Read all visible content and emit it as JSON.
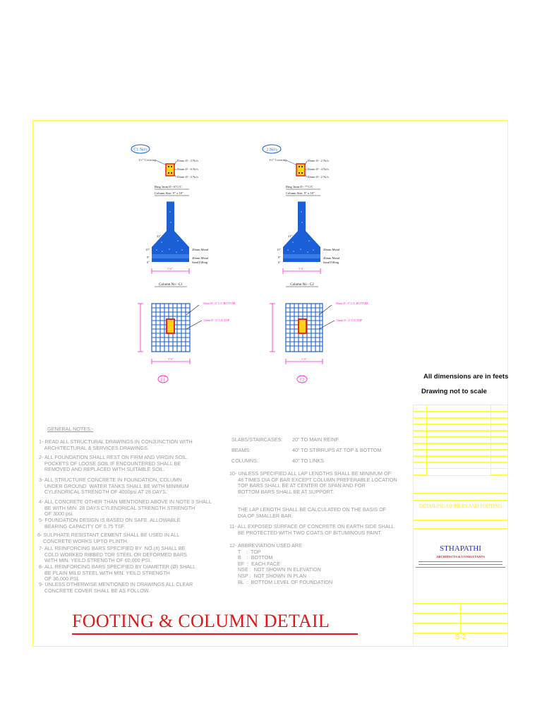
{
  "drawing": {
    "title": "FOOTING & COLUMN DETAIL",
    "dims_note": "All dimensions are in feets",
    "scale_note": "Drawing not to scale"
  },
  "columns": [
    {
      "count_tag": "C1 No's",
      "covering": "1½\" Covering",
      "bars": [
        "10mm Ø - 2 No's",
        "16mm Ø - 6 No's",
        "10mm Ø - 2 No's"
      ],
      "ring": "Ring 3mm Ø - 6\"C/C",
      "size": "Column Size: 9\" x 18\"",
      "footing_labels": [
        "20mm Metal",
        "40mm Metal",
        "Sand Filling"
      ],
      "label": "Column No - C1",
      "plan_labels": [
        "10mm Ø - 6\" C/C BOTTOM",
        "12mm Ø - 6\" C/C TOP"
      ],
      "plan_tag": "F1"
    },
    {
      "count_tag": "2 No's",
      "covering": "1½\" Covering",
      "bars": [
        "10mm Ø - 2 No's",
        "16mm Ø - 4 No's",
        "10mm Ø - 2 No's"
      ],
      "ring": "Ring 3mm Ø - 7\"C/C",
      "size": "Column Size: 9\" x 18\"",
      "footing_labels": [
        "20mm Metal",
        "40mm Metal",
        "Sand Filling"
      ],
      "label": "Column No - C2",
      "plan_labels": [
        "10mm Ø - 6\" C/C BOTTOM",
        "12mm Ø - 6\" C/C TOP"
      ],
      "plan_tag": "F2"
    }
  ],
  "notes_left": {
    "heading": "GENERAL NOTES:-",
    "items": [
      "1- READ ALL STRUCTURAL DRAWINGS IN CONJUNCTION WITH\n    ARCHITECTURAL & SERVICES DRAWINGS.",
      "2- ALL FOUNDATION SHALL REST ON FIRM AND VIRGIN SOIL.\n    POCKETS OF LOOSE SOIL IF ENCOUNTERED SHALL BE\n    REMOVED AND REPLACED WITH SUITABLE SOIL.",
      "3- ALL STRUCTURE CONCRETE IN FOUNDATION, COLUMN\n    UNDER GROUND  WATER TANKS SHALL BE WITH MINIMUM\n    CYLENDRICAL STRENGTH OF 4000psi AT 28 DAYS.",
      "4- ALL CONCRETE OTHER THAN MENTIONED ABOVE IN NOTE 3 SHALL\n    BE WITH MIN. 28 DAYS CYLENDRICAL STRENGTH STRENGTH\n    OF 3000 psi.",
      "5- FOUNDATION DESIGN IS BASED ON SAFE  ALLOWABLE\n    BEARING CAPACITY OF 0.75 TSF.",
      "6- SULPHATE RESISTANT CEMENT SHALL BE USED IN ALL\n    CONCRETE WORKS UPTO PLINTH.",
      "7- ALL REINFORCING BARS SPECIFIED BY  NO.(#) SHALL BE\n    COLD WORKED RIBBED TOR STEEL OR DEFORMED BARS\n    WITH MIN. YEILD STRENGTH OF 60,000 PSI.",
      "8- ALL REINFORCING BARS SPECIFIED BY DIAMETER (Ø) SHALL\n    BE PLAIN MILD STEEL WITH MIN. YEILD STRENGTH\n    OF 36,000 PSI.",
      "9- UNLESS OTHERWISE MENTIONED IN DRAWINGS ALL CLEAR\n    CONCRETE COVER SHALL BE AS FOLLOW."
    ]
  },
  "notes_right": {
    "covers": [
      {
        "label": "SLABS/STAIRCASES:",
        "value": "20\" TO MAIN REINF."
      },
      {
        "label": "BEAMS:",
        "value": "40\" TO STIRRUPS AT TOP & BOTTOM"
      },
      {
        "label": "COLUMNS:",
        "value": "40\" TO LINKS"
      }
    ],
    "items": [
      "10- UNLESS SPECIFIED ALL LAP LENGTHS SHALL BE MINIMUM OF\n      48 TIMES DIA OF BAR EXCEPT COLUMN PREFERABLE LOCATION\n      TOP BARS SHALL BE AT CENTER OF SPAN AND FOR\n      BOTTOM BARS SHALL BE AT SUPPORT.",
      "      THE LAP LENGTH SHALL BE CALCULATED ON THE BASIS OF\n      DIA OF SMALLER BAR.",
      "11- ALL EXPOSED SURFACE OF CONCRETE ON EARTH SIDE SHALL\n      BE PROTECTED WITH TWO COATS OF BITUMINOUS PAINT.",
      "12- ABBREVIATION USED ARE\n      T    :  TOP\n      B    :  BOTTOM\n      EF  :  EACH FACE\n      NSE :  NOT SHOWN IN ELEVATION\n      NSP :  NOT SHOWN IN PLAN\n      BL  :  BOTTOM LEVEL OF FOUNDATION"
    ]
  },
  "title_block": {
    "sheet_title": "DETAILING OF PILES AND FOOTING",
    "company": "STHAPATHI",
    "company_sub": "ARCHITECTS & CONSULTANTS",
    "sheet_no": "S-2"
  },
  "colors": {
    "sheet_border": "#ffff3c",
    "concrete": "#1a5fd6",
    "dimension": "#ff1fd0",
    "rebar_cage": "#e21818",
    "notes_text": "#9a9a9a",
    "title_text": "#e21818"
  }
}
